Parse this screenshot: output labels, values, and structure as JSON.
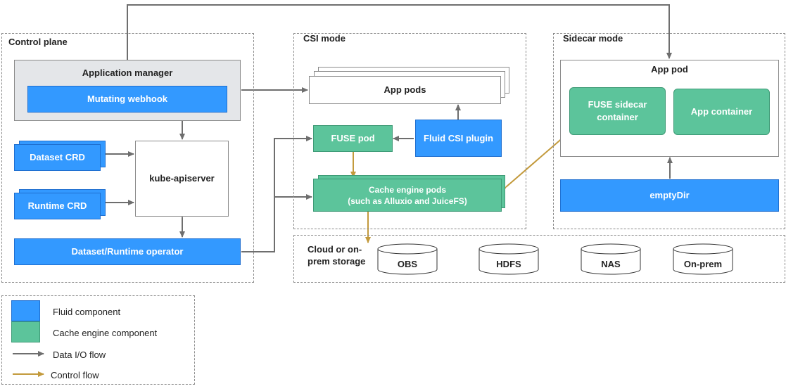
{
  "colors": {
    "fluid_component": "#3399ff",
    "cache_engine_component": "#5cc49b",
    "data_io_flow": "#6e6e6e",
    "control_flow": "#c39a3c"
  },
  "control_plane": {
    "title": "Control plane",
    "application_manager": "Application manager",
    "mutating_webhook": "Mutating webhook",
    "dataset_crd": "Dataset CRD",
    "runtime_crd": "Runtime CRD",
    "kube_apiserver": "kube-apiserver",
    "operator": "Dataset/Runtime operator"
  },
  "csi_mode": {
    "title": "CSI mode",
    "app_pods": "App pods",
    "fuse_pod": "FUSE pod",
    "fluid_csi_plugin": "Fluid CSI plugin",
    "cache_engine_pods_line1": "Cache engine pods",
    "cache_engine_pods_line2": "(such as Alluxio and JuiceFS)"
  },
  "sidecar_mode": {
    "title": "Sidecar mode",
    "app_pod": "App pod",
    "fuse_sidecar_line1": "FUSE sidecar",
    "fuse_sidecar_line2": "container",
    "app_container": "App container",
    "empty_dir": "emptyDir"
  },
  "storage": {
    "title_line1": "Cloud or on-",
    "title_line2": "prem storage",
    "items": [
      "OBS",
      "HDFS",
      "NAS",
      "On-prem"
    ]
  },
  "legend": {
    "fluid_component": "Fluid component",
    "cache_engine_component": "Cache engine component",
    "data_io_flow": "Data I/O flow",
    "control_flow": "Control flow"
  }
}
